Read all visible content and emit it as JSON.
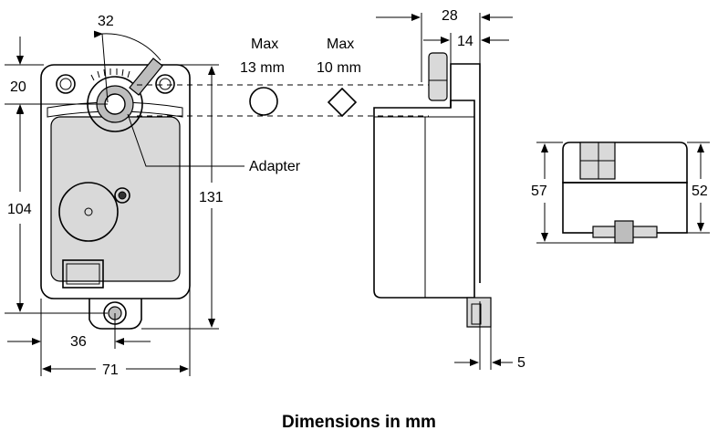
{
  "caption": "Dimensions in mm",
  "labels": {
    "max_round_line1": "Max",
    "max_round_line2": "13 mm",
    "max_square_line1": "Max",
    "max_square_line2": "10 mm",
    "adapter": "Adapter"
  },
  "dimensions": {
    "angle_32": "32",
    "d_20": "20",
    "d_104": "104",
    "d_131": "131",
    "d_36": "36",
    "d_71": "71",
    "d_28": "28",
    "d_14": "14",
    "d_5": "5",
    "d_57": "57",
    "d_52": "52"
  }
}
